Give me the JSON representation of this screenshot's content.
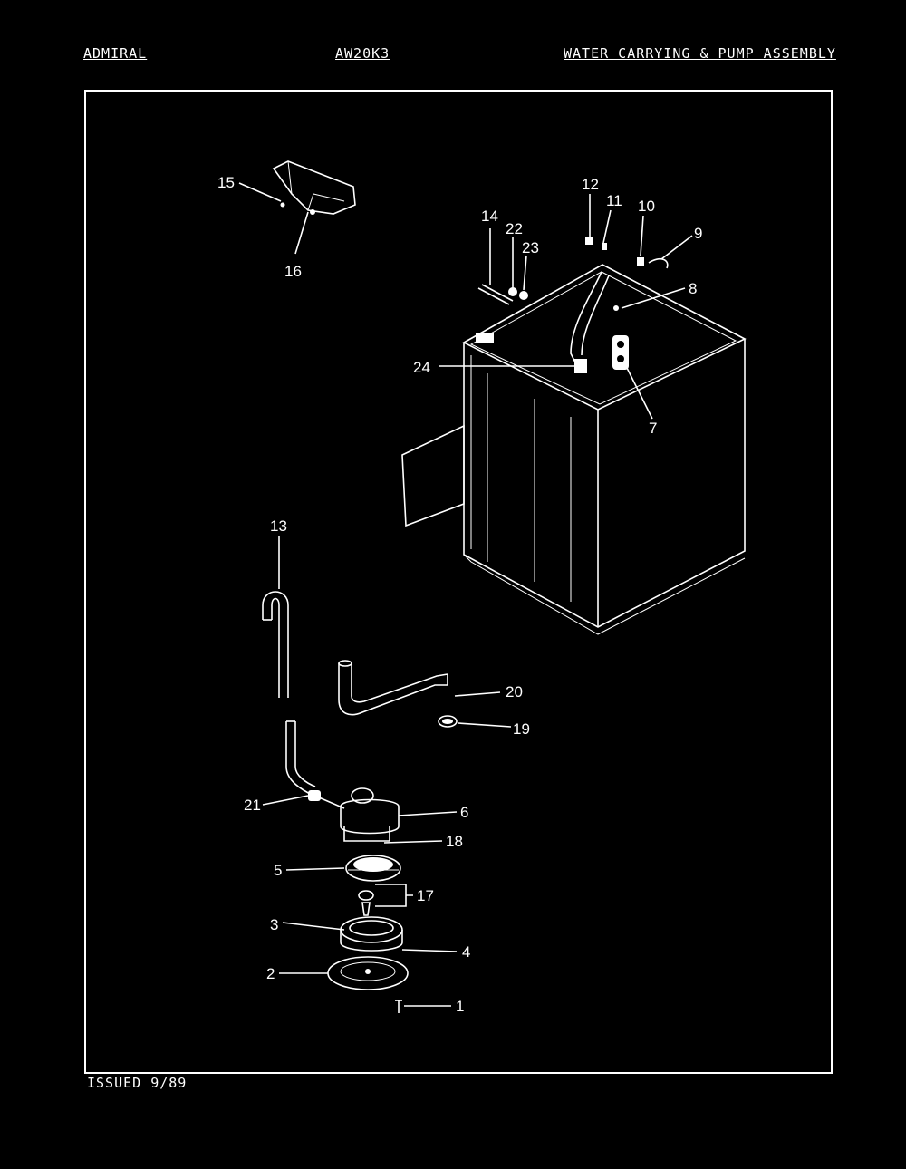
{
  "header": {
    "brand": "ADMIRAL",
    "model": "AW20K3",
    "section": "WATER CARRYING & PUMP ASSEMBLY"
  },
  "footer": {
    "issued": "ISSUED 9/89"
  },
  "callouts": {
    "c1": "1",
    "c2": "2",
    "c3": "3",
    "c4": "4",
    "c5": "5",
    "c6": "6",
    "c7": "7",
    "c8": "8",
    "c9": "9",
    "c10": "10",
    "c11": "11",
    "c12": "12",
    "c13": "13",
    "c14": "14",
    "c15": "15",
    "c16": "16",
    "c17": "17",
    "c18": "18",
    "c19": "19",
    "c20": "20",
    "c21": "21",
    "c22": "22",
    "c23": "23",
    "c24": "24"
  }
}
